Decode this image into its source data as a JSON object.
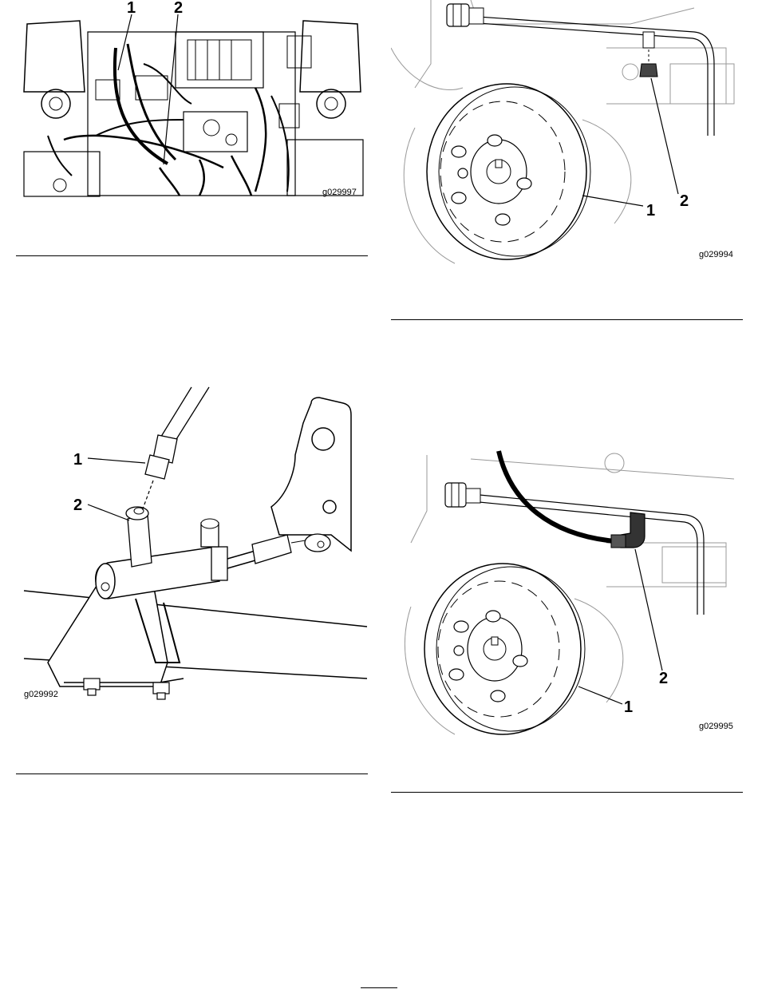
{
  "figures": [
    {
      "id": "g029997",
      "code": "g029997",
      "callouts": [
        "1",
        "2"
      ]
    },
    {
      "id": "g029994",
      "code": "g029994",
      "callouts": [
        "1",
        "2"
      ]
    },
    {
      "id": "g029992",
      "code": "g029992",
      "callouts": [
        "1",
        "2"
      ]
    },
    {
      "id": "g029995",
      "code": "g029995",
      "callouts": [
        "1",
        "2"
      ]
    }
  ]
}
